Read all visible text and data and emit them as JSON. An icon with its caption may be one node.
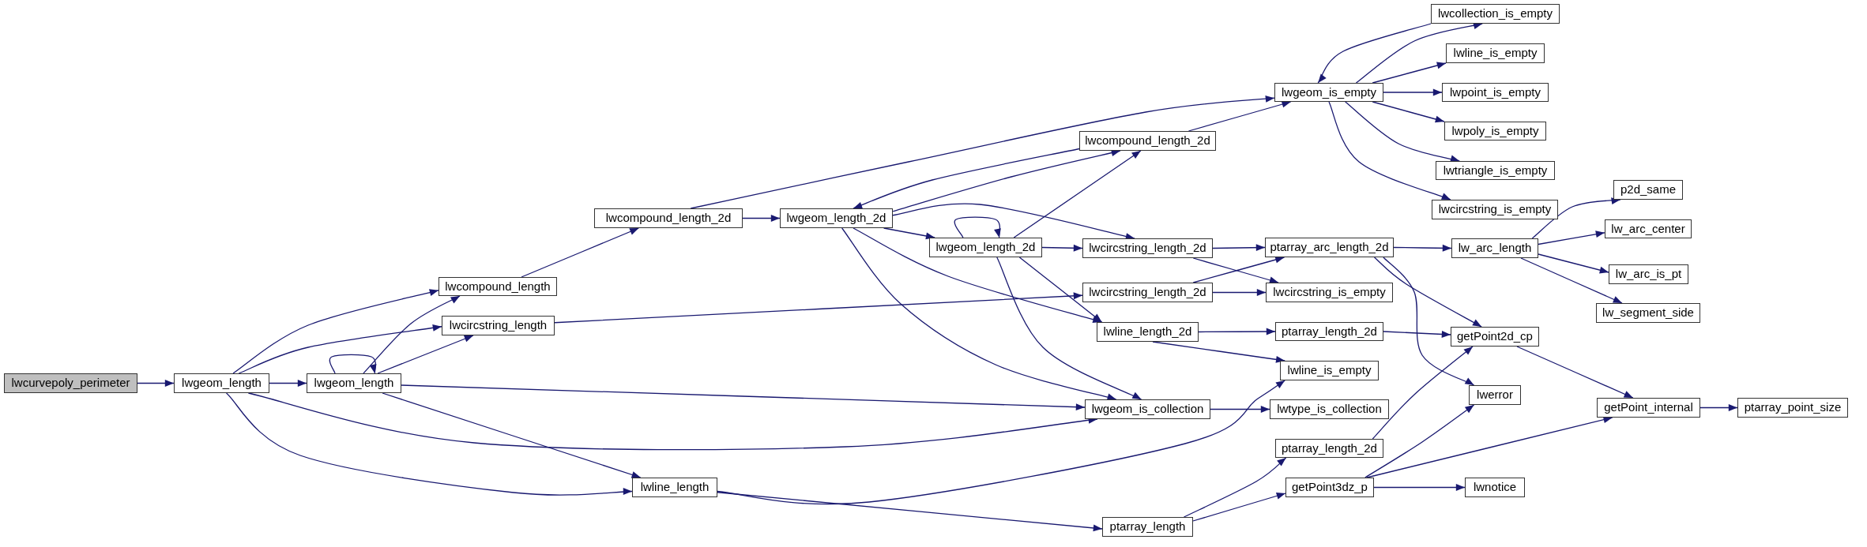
{
  "diagram": {
    "nodes": [
      {
        "text": [
          "lwcurvepoly_perimeter"
        ]
      },
      {
        "text": [
          "lwgeom_length"
        ]
      },
      {
        "text": [
          "lwgeom_length"
        ]
      },
      {
        "text": [
          "lwcompound_length"
        ]
      },
      {
        "text": [
          "lwcircstring_length"
        ]
      },
      {
        "text": [
          "lwcompound_length_2d"
        ]
      },
      {
        "text": [
          "lwgeom_length_2d"
        ]
      },
      {
        "text": [
          "lwcompound_length_2d"
        ]
      },
      {
        "text": [
          "lwgeom_length_2d"
        ]
      },
      {
        "text": [
          "lwcircstring_length_2d"
        ]
      },
      {
        "text": [
          "lwcircstring_length_2d"
        ]
      },
      {
        "text": [
          "lwline_length_2d"
        ]
      },
      {
        "text": [
          "lwgeom_is_collection"
        ]
      },
      {
        "text": [
          "lwline_length"
        ]
      },
      {
        "text": [
          "ptarray_length"
        ]
      },
      {
        "text": [
          "lwgeom_is_empty"
        ]
      },
      {
        "text": [
          "lwcollection_is_empty"
        ]
      },
      {
        "text": [
          "lwline_is_empty"
        ]
      },
      {
        "text": [
          "lwpoint_is_empty"
        ]
      },
      {
        "text": [
          "lwpoly_is_empty"
        ]
      },
      {
        "text": [
          "lwtriangle_is_empty"
        ]
      },
      {
        "text": [
          "lwcircstring_is_empty"
        ]
      },
      {
        "text": [
          "ptarray_arc_length_2d"
        ]
      },
      {
        "text": [
          "lw_arc_length"
        ]
      },
      {
        "text": [
          "p2d_same"
        ]
      },
      {
        "text": [
          "lw_arc_center"
        ]
      },
      {
        "text": [
          "lw_arc_is_pt"
        ]
      },
      {
        "text": [
          "lw_segment_side"
        ]
      },
      {
        "text": [
          "lwcircstring_is_empty"
        ]
      },
      {
        "text": [
          "ptarray_length_2d"
        ]
      },
      {
        "text": [
          "lwline_is_empty"
        ]
      },
      {
        "text": [
          "lwtype_is_collection"
        ]
      },
      {
        "text": [
          "ptarray_length_2d"
        ]
      },
      {
        "text": [
          "getPoint3dz_p"
        ]
      },
      {
        "text": [
          "getPoint2d_cp"
        ]
      },
      {
        "text": [
          "lwerror"
        ]
      },
      {
        "text": [
          "lwnotice"
        ]
      },
      {
        "text": [
          "getPoint_internal"
        ]
      },
      {
        "text": [
          "ptarray_point_size"
        ]
      }
    ],
    "edges": [
      {
        "from": 0,
        "to": 1,
        "arrow": "to"
      },
      {
        "from": 1,
        "to": 2,
        "arrow": "to"
      },
      {
        "from": 1,
        "to": 3,
        "arrow": "to"
      },
      {
        "from": 1,
        "to": 4,
        "arrow": "to"
      },
      {
        "from": 1,
        "to": 12,
        "arrow": "to"
      },
      {
        "from": 1,
        "to": 13,
        "arrow": "to"
      },
      {
        "from": 2,
        "to": 2,
        "arrow": "to"
      },
      {
        "from": 2,
        "to": 3,
        "arrow": "to"
      },
      {
        "from": 2,
        "to": 4,
        "arrow": "to"
      },
      {
        "from": 2,
        "to": 12,
        "arrow": "to"
      },
      {
        "from": 2,
        "to": 13,
        "arrow": "to"
      },
      {
        "from": 3,
        "to": 5,
        "arrow": "to"
      },
      {
        "from": 4,
        "to": 10,
        "arrow": "to"
      },
      {
        "from": 5,
        "to": 6,
        "arrow": "to"
      },
      {
        "from": 5,
        "to": 15,
        "arrow": "to"
      },
      {
        "from": 6,
        "to": 7,
        "arrow": "to"
      },
      {
        "from": 7,
        "to": 6,
        "arrow": "to"
      },
      {
        "from": 7,
        "to": 15,
        "arrow": "to"
      },
      {
        "from": 6,
        "to": 8,
        "arrow": "to"
      },
      {
        "from": 6,
        "to": 9,
        "arrow": "to"
      },
      {
        "from": 6,
        "to": 11,
        "arrow": "to"
      },
      {
        "from": 6,
        "to": 12,
        "arrow": "to"
      },
      {
        "from": 8,
        "to": 8,
        "arrow": "to"
      },
      {
        "from": 8,
        "to": 7,
        "arrow": "to"
      },
      {
        "from": 8,
        "to": 9,
        "arrow": "to"
      },
      {
        "from": 8,
        "to": 11,
        "arrow": "to"
      },
      {
        "from": 8,
        "to": 12,
        "arrow": "to"
      },
      {
        "from": 9,
        "to": 22,
        "arrow": "to"
      },
      {
        "from": 9,
        "to": 28,
        "arrow": "to"
      },
      {
        "from": 10,
        "to": 22,
        "arrow": "to"
      },
      {
        "from": 10,
        "to": 28,
        "arrow": "to"
      },
      {
        "from": 11,
        "to": 29,
        "arrow": "to"
      },
      {
        "from": 11,
        "to": 30,
        "arrow": "to"
      },
      {
        "from": 12,
        "to": 31,
        "arrow": "to"
      },
      {
        "from": 13,
        "to": 30,
        "arrow": "to"
      },
      {
        "from": 13,
        "to": 14,
        "arrow": "to"
      },
      {
        "from": 14,
        "to": 32,
        "arrow": "to"
      },
      {
        "from": 14,
        "to": 33,
        "arrow": "to"
      },
      {
        "from": 15,
        "to": 16,
        "arrow": "to"
      },
      {
        "from": 16,
        "to": 15,
        "arrow": "to"
      },
      {
        "from": 15,
        "to": 17,
        "arrow": "to"
      },
      {
        "from": 15,
        "to": 18,
        "arrow": "to"
      },
      {
        "from": 15,
        "to": 19,
        "arrow": "to"
      },
      {
        "from": 15,
        "to": 20,
        "arrow": "to"
      },
      {
        "from": 15,
        "to": 21,
        "arrow": "to"
      },
      {
        "from": 22,
        "to": 23,
        "arrow": "to"
      },
      {
        "from": 22,
        "to": 34,
        "arrow": "to"
      },
      {
        "from": 22,
        "to": 35,
        "arrow": "to"
      },
      {
        "from": 23,
        "to": 24,
        "arrow": "to"
      },
      {
        "from": 23,
        "to": 25,
        "arrow": "to"
      },
      {
        "from": 23,
        "to": 26,
        "arrow": "to"
      },
      {
        "from": 23,
        "to": 27,
        "arrow": "to"
      },
      {
        "from": 29,
        "to": 34,
        "arrow": "to"
      },
      {
        "from": 32,
        "to": 34,
        "arrow": "to"
      },
      {
        "from": 33,
        "to": 35,
        "arrow": "to"
      },
      {
        "from": 33,
        "to": 37,
        "arrow": "to"
      },
      {
        "from": 33,
        "to": 36,
        "arrow": "to"
      },
      {
        "from": 34,
        "to": 37,
        "arrow": "to"
      },
      {
        "from": 37,
        "to": 38,
        "arrow": "to"
      }
    ]
  }
}
